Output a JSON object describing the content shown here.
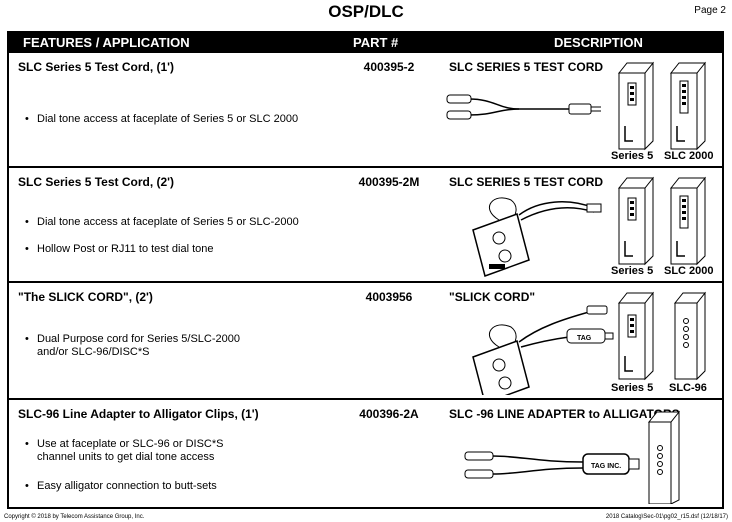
{
  "page": {
    "title": "OSP/DLC",
    "page_number": "Page 2"
  },
  "header": {
    "features": "FEATURES / APPLICATION",
    "part": "PART #",
    "description": "DESCRIPTION"
  },
  "rows": [
    {
      "feature": "SLC Series 5 Test Cord, (1')",
      "part": "400395-2",
      "description": "SLC SERIES 5 TEST CORD",
      "bullets": [
        [
          "Dial tone access at faceplate of Series 5 or SLC 2000"
        ]
      ],
      "captions": [
        "Series 5",
        "SLC 2000"
      ]
    },
    {
      "feature": "SLC Series 5 Test Cord, (2')",
      "part": "400395-2M",
      "description": "SLC SERIES 5 TEST CORD",
      "bullets": [
        [
          "Dial tone access at faceplate of Series 5 or SLC-2000"
        ],
        [
          "Hollow Post or RJ11 to test dial tone"
        ]
      ],
      "captions": [
        "Series 5",
        "SLC 2000"
      ]
    },
    {
      "feature": "\"The SLICK CORD\", (2')",
      "part": "4003956",
      "description": "\"SLICK CORD\"",
      "bullets": [
        [
          "Dual Purpose cord for Series 5/SLC-2000",
          "and/or  SLC-96/DISC*S"
        ]
      ],
      "captions": [
        "Series 5",
        "SLC-96"
      ],
      "label_badge": "TAG"
    },
    {
      "feature": "SLC-96 Line Adapter to Alligator Clips, (1')",
      "part": "400396-2A",
      "description": "SLC -96 LINE ADAPTER to ALLIGATORS",
      "bullets": [
        [
          "Use at faceplate or SLC-96 or DISC*S",
          "channel units to get dial tone access"
        ],
        [
          "Easy alligator connection to butt-sets"
        ]
      ],
      "label_badge": "TAG INC."
    }
  ],
  "footer": {
    "left": "Copyright © 2018 by Telecom Assistance Group, Inc.",
    "right": "2018 Catalog\\Sec-01\\pg02_r15.dsf (12/18/17)"
  }
}
